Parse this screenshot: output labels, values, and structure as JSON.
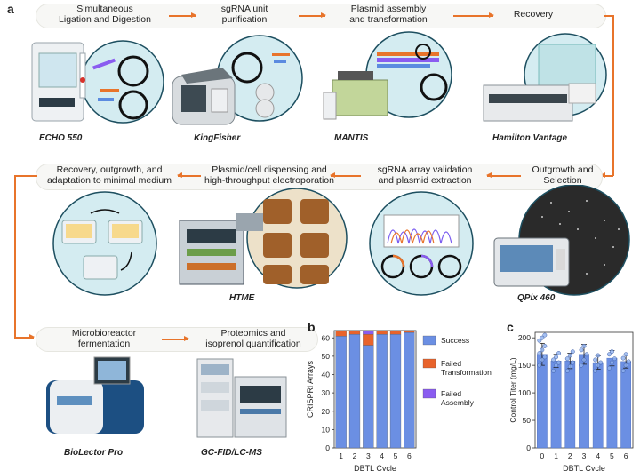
{
  "panel_a": {
    "letter": "a",
    "row1_steps": [
      "Simultaneous\nLigation and Digestion",
      "sgRNA unit\npurification",
      "Plasmid assembly\nand transformation",
      "Recovery"
    ],
    "row2_steps": [
      "Recovery, outgrowth, and\nadaptation to minimal medium",
      "Plasmid/cell dispensing and\nhigh-throughput electroporation",
      "sgRNA array validation\nand plasmid extraction",
      "Outgrowth and\nSelection"
    ],
    "row3_steps": [
      "Microbioreactor\nfermentation",
      "Proteomics and\nisoprenol quantification"
    ],
    "instruments_row1": [
      "ECHO 550",
      "KingFisher",
      "MANTIS",
      "Hamilton Vantage"
    ],
    "instruments_row2": [
      "HTME",
      "QPix 460"
    ],
    "instruments_row3": [
      "BioLector Pro",
      "GC-FID/LC-MS"
    ]
  },
  "colors": {
    "arrow": "#e8742b",
    "circle_fill": "#d4ecf1",
    "circle_stroke": "#1d4f60",
    "bar_blue": "#6b8fe3",
    "bar_orange": "#e8632b",
    "bar_purple": "#8a5cf0"
  },
  "chart_b": {
    "letter": "b",
    "chart_data": {
      "type": "bar",
      "stacked": true,
      "categories": [
        "1",
        "2",
        "3",
        "4",
        "5",
        "6"
      ],
      "series": [
        {
          "name": "Success",
          "values": [
            61,
            62,
            56,
            62,
            62,
            63
          ]
        },
        {
          "name": "Failed\nTransformation",
          "values": [
            3,
            2,
            6,
            2,
            2,
            1
          ]
        },
        {
          "name": "Failed\nAssembly",
          "values": [
            0,
            0,
            2,
            0,
            0,
            0
          ]
        }
      ],
      "xlabel": "DBTL Cycle",
      "ylabel": "CRISPRi Arrays",
      "ylim": [
        0,
        64
      ],
      "yticks": [
        0,
        10,
        20,
        30,
        40,
        50,
        60
      ],
      "legend_position": "right"
    }
  },
  "chart_c": {
    "letter": "c",
    "chart_data": {
      "type": "bar",
      "categories": [
        "0",
        "1",
        "2",
        "3",
        "4",
        "5",
        "6"
      ],
      "values": [
        170,
        158,
        158,
        170,
        155,
        163,
        157
      ],
      "errors": [
        20,
        12,
        14,
        18,
        12,
        14,
        12
      ],
      "points": [
        [
          150,
          160,
          165,
          172,
          178,
          185,
          195,
          200,
          205
        ],
        [
          140,
          150,
          155,
          160,
          165,
          172
        ],
        [
          140,
          148,
          155,
          162,
          168,
          175
        ],
        [
          150,
          160,
          170,
          178,
          185
        ],
        [
          140,
          150,
          155,
          160,
          168
        ],
        [
          145,
          155,
          162,
          170,
          175
        ],
        [
          140,
          150,
          157,
          163,
          170
        ]
      ],
      "xlabel": "DBTL Cycle",
      "ylabel": "Control Titer (mg/L)",
      "ylim": [
        0,
        210
      ],
      "yticks": [
        0,
        50,
        100,
        150,
        200
      ]
    }
  }
}
